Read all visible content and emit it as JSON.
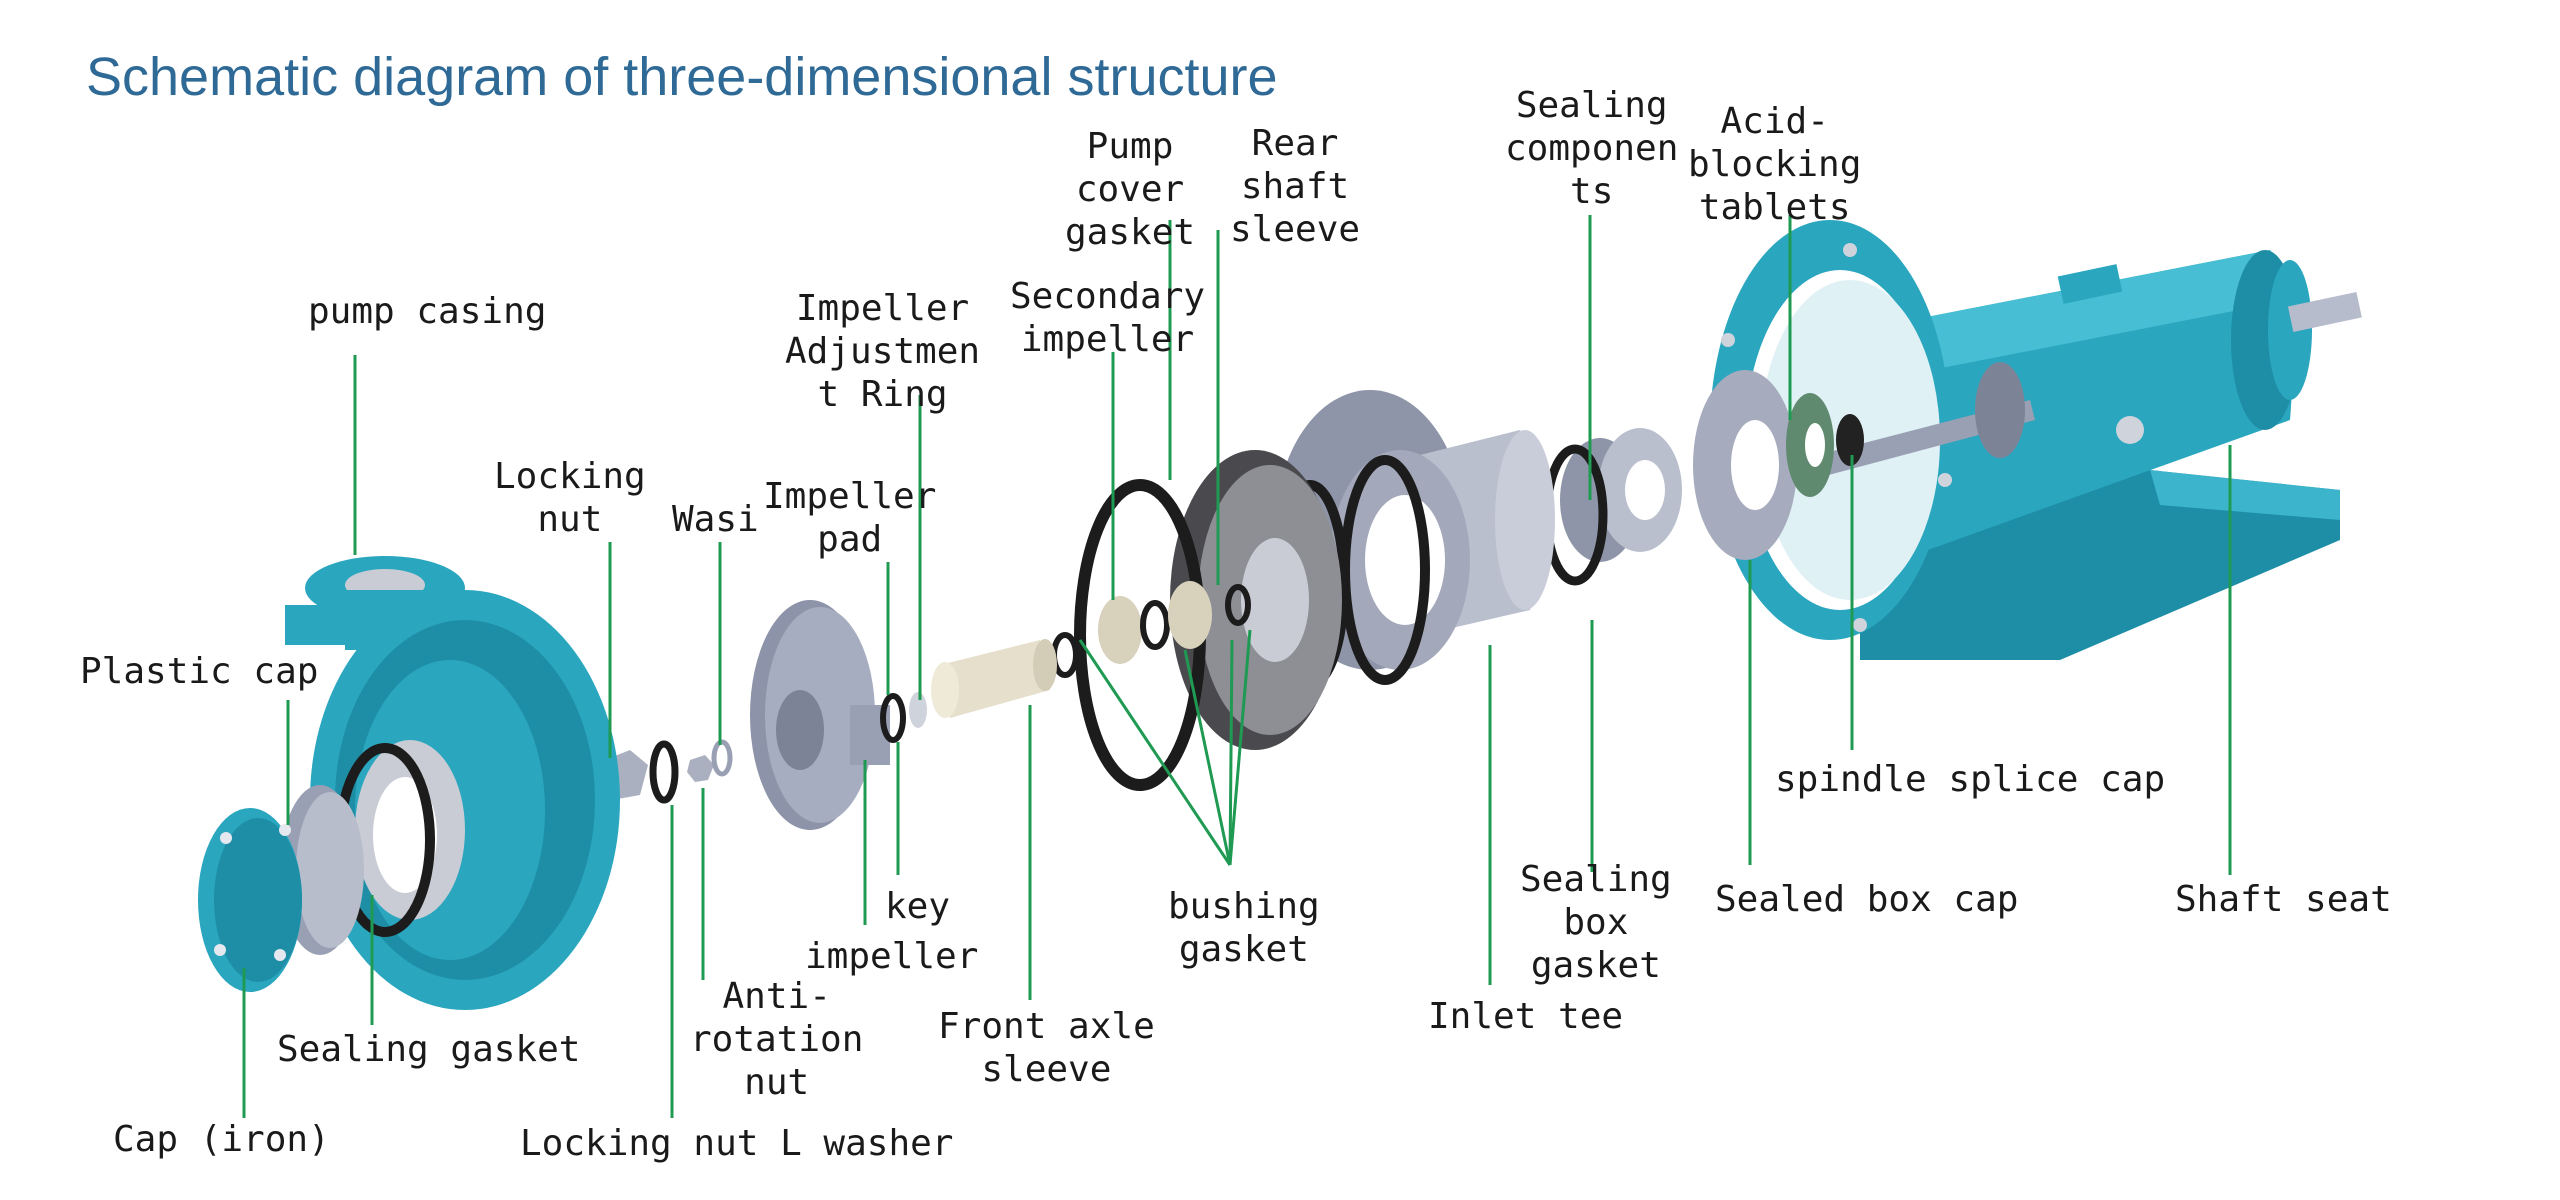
{
  "title": "Schematic diagram of three-dimensional structure",
  "colors": {
    "title": "#2f6a96",
    "leader_line": "#1f9a52",
    "pump_body": "#2aa6bf",
    "pump_dark": "#177f96",
    "steel": "#9aa0b4",
    "gasket": "#1c1c1c",
    "ivory": "#e6dfcc"
  },
  "labels": {
    "pump_casing": "pump casing",
    "locking_nut": "Locking\nnut",
    "wasi": "Wasi",
    "plastic_cap": "Plastic cap",
    "impeller_adjustment_ring": "Impeller\nAdjustmen\nt Ring",
    "impeller_pad": "Impeller\npad",
    "secondary_impeller": "Secondary\nimpeller",
    "pump_cover_gasket": "Pump\ncover\ngasket",
    "rear_shaft_sleeve": "Rear\nshaft\nsleeve",
    "sealing_components": "Sealing\ncomponen\nts",
    "acid_blocking_tablets": "Acid-\nblocking\ntablets",
    "spindle_splice_cap": "spindle splice cap",
    "sealed_box_cap": "Sealed box cap",
    "shaft_seat": "Shaft seat",
    "sealing_box_gasket": "Sealing\nbox\ngasket",
    "inlet_tee": "Inlet tee",
    "bushing_gasket": "bushing\ngasket",
    "front_axle_sleeve": "Front axle\nsleeve",
    "key": "key",
    "impeller": "impeller",
    "anti_rotation_nut": "Anti-\nrotation\nnut",
    "sealing_gasket": "Sealing gasket",
    "locking_nut_l_washer": "Locking nut L washer",
    "cap_iron": "Cap (iron)"
  }
}
